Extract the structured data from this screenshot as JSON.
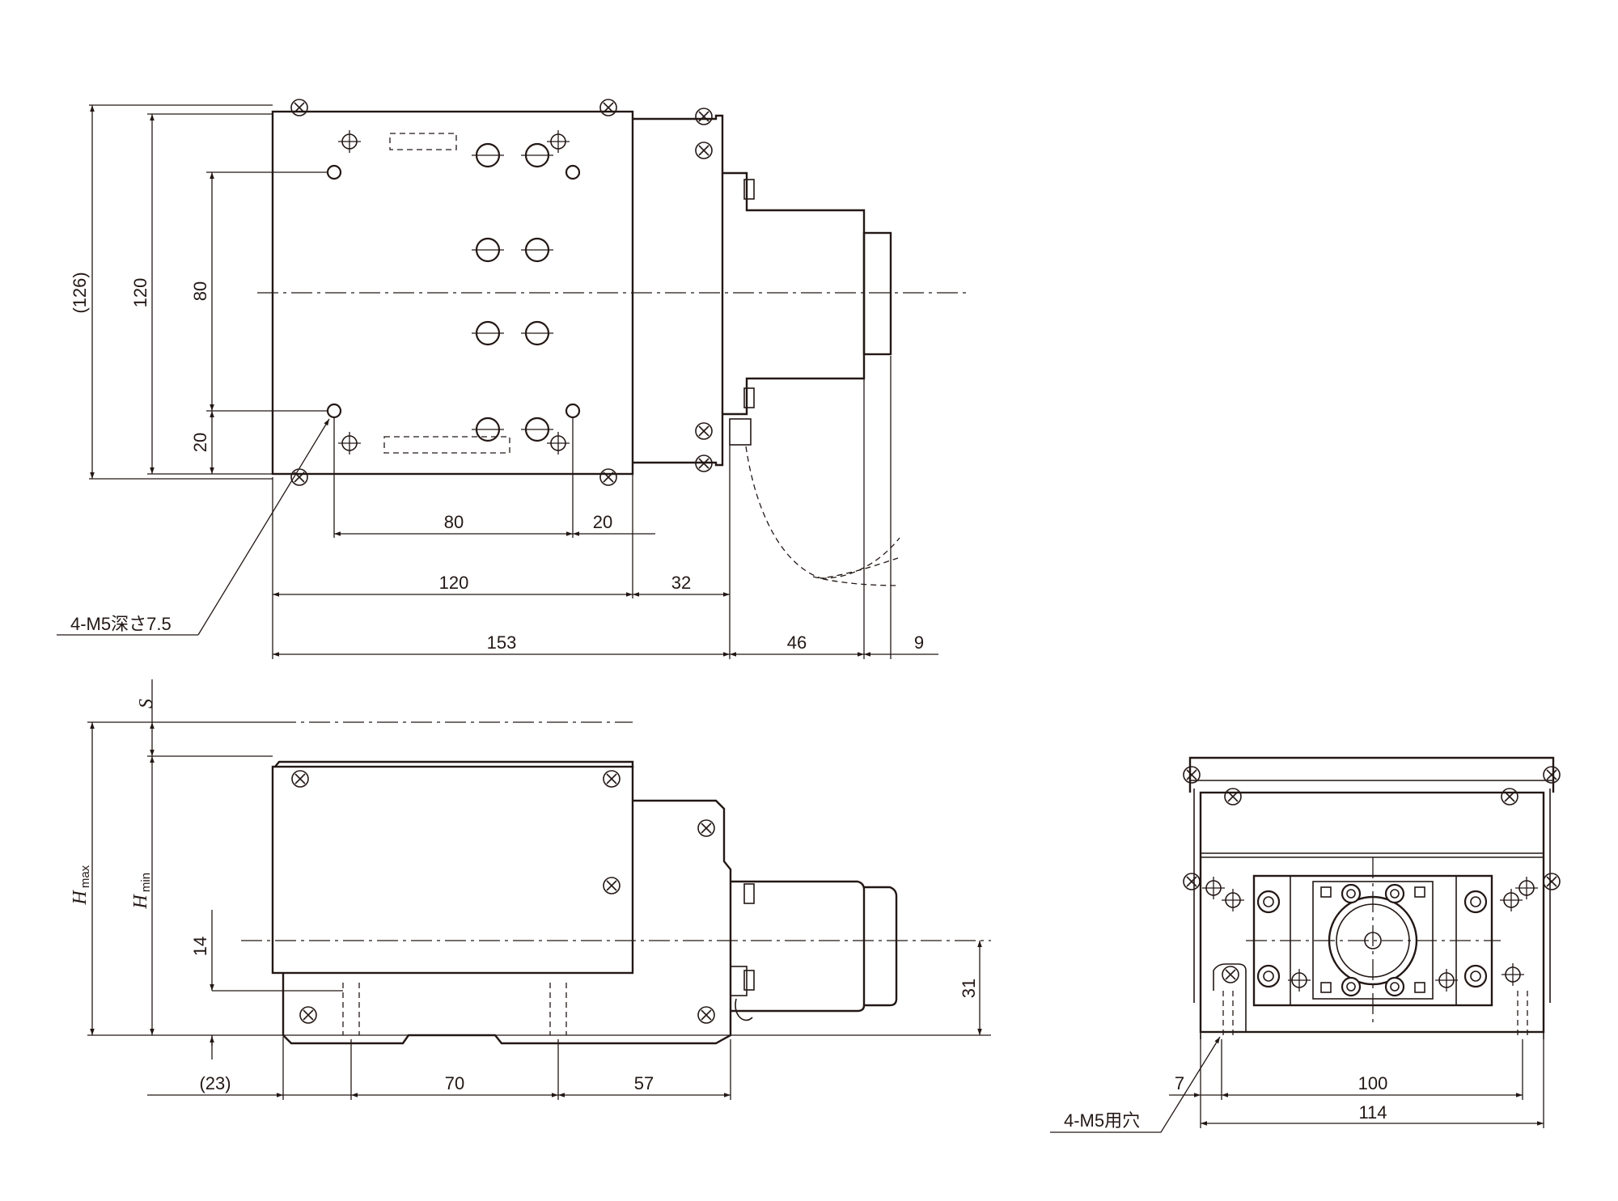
{
  "top_view": {
    "dims": {
      "overall_height": "(126)",
      "height_120": "120",
      "pitch_80_v": "80",
      "offset_20_v": "20",
      "pitch_80_h": "80",
      "offset_20_h": "20",
      "body_120": "120",
      "motor_32": "32",
      "overall_153": "153",
      "motor_46": "46",
      "end_9": "9"
    },
    "callout": "4-M5深さ7.5"
  },
  "side_view": {
    "stroke_label": "S",
    "hmax_main": "H",
    "hmax_sub": "max",
    "hmin_main": "H",
    "hmin_sub": "min",
    "dims": {
      "d14": "14",
      "d31": "31",
      "d23": "(23)",
      "d70": "70",
      "d57": "57"
    }
  },
  "end_view": {
    "dims": {
      "d7": "7",
      "d100": "100",
      "d114": "114"
    },
    "callout": "4-M5用穴"
  }
}
